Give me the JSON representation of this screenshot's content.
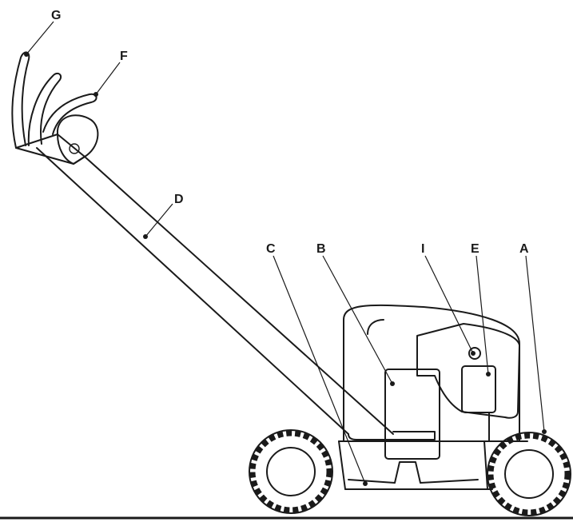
{
  "labels": {
    "A": "A",
    "B": "B",
    "C": "C",
    "D": "D",
    "E": "E",
    "F": "F",
    "G": "G",
    "I": "I"
  }
}
